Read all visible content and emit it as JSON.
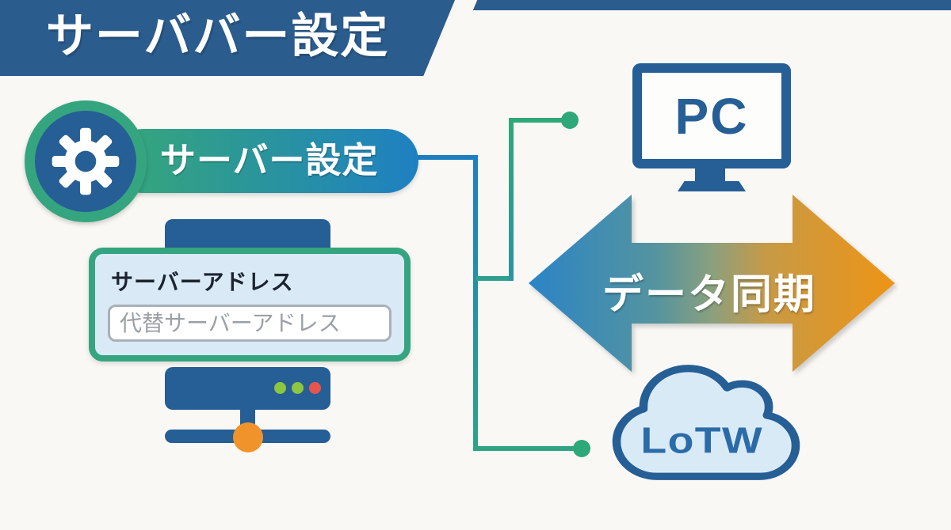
{
  "header": {
    "title": "サーババー設定"
  },
  "badge": {
    "label": "サーバー設定",
    "icon": "gear-icon"
  },
  "server": {
    "panel_label": "サーバーアドレス",
    "input_placeholder": "代替サーバーアドレス",
    "input_value": ""
  },
  "nodes": {
    "pc": {
      "label": "PC"
    },
    "cloud": {
      "label": "LoTW"
    }
  },
  "sync": {
    "label": "データ同期"
  },
  "colors": {
    "banner_blue": "#2B5C8E",
    "deep_blue": "#265E96",
    "teal_green": "#35A57F",
    "pill_gradient_start": "#36A878",
    "pill_gradient_end": "#1E80C2",
    "panel_bg": "#D9EAF6",
    "line_teal": "#2EA483",
    "line_blue": "#1E7FC0",
    "arrow_blue": "#2B84C6",
    "arrow_orange": "#EE9415",
    "status_green": "#8DC63F",
    "status_red": "#E8554C",
    "hub_orange": "#F0932B",
    "background": "#FAF8F5"
  }
}
